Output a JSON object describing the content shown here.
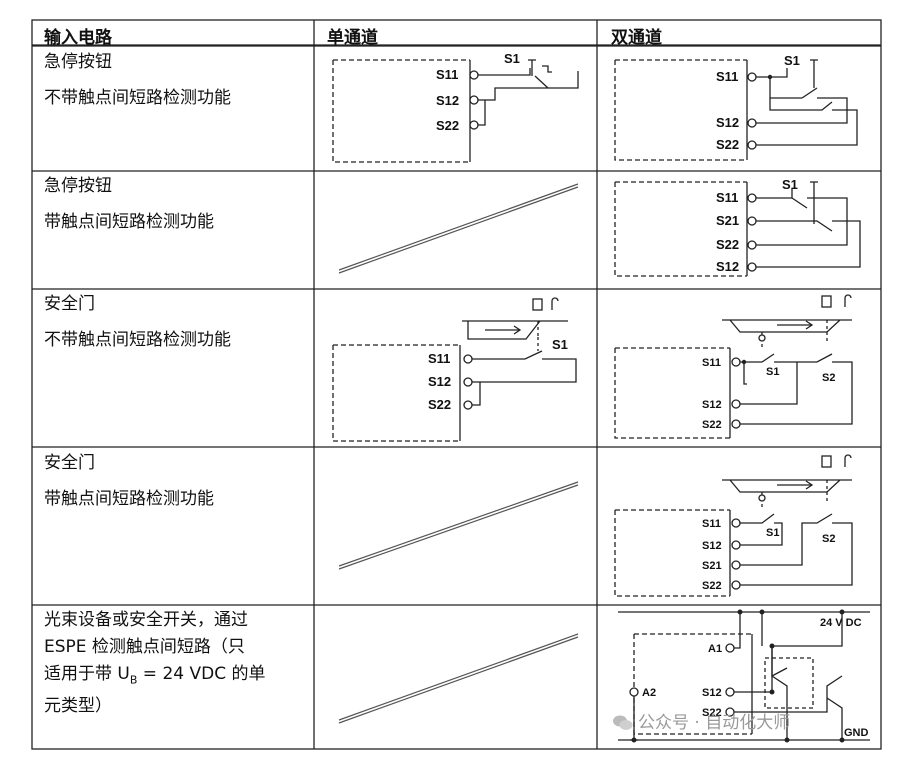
{
  "headers": [
    "输入电路",
    "单通道",
    "双通道"
  ],
  "rows": [
    {
      "lines": [
        "急停按钮",
        "不带触点间短路检测功能"
      ],
      "single": {
        "labels": [
          "S11",
          "S12",
          "S22"
        ],
        "switch": "S1"
      },
      "dual": {
        "labels": [
          "S11",
          "S12",
          "S22"
        ],
        "switch": "S1"
      }
    },
    {
      "lines": [
        "急停按钮",
        "带触点间短路检测功能"
      ],
      "single": null,
      "dual": {
        "labels": [
          "S11",
          "S21",
          "S22",
          "S12"
        ],
        "switch": "S1"
      }
    },
    {
      "lines": [
        "安全门",
        "不带触点间短路检测功能"
      ],
      "single": {
        "labels": [
          "S11",
          "S12",
          "S22"
        ],
        "switch": "S1"
      },
      "dual": {
        "labels": [
          "S11",
          "S12",
          "S22"
        ],
        "switches": [
          "S1",
          "S2"
        ]
      }
    },
    {
      "lines": [
        "安全门",
        "带触点间短路检测功能"
      ],
      "single": null,
      "dual": {
        "labels": [
          "S11",
          "S12",
          "S21",
          "S22"
        ],
        "switches": [
          "S1",
          "S2"
        ]
      }
    },
    {
      "lines": [
        "光束设备或安全开关，通过",
        "ESPE 检测触点间短路（只",
        "适用于带 U",
        "元类型）"
      ],
      "line3_sub": "B",
      "line3_tail": " = 24 VDC 的单",
      "single": null,
      "dual": {
        "labels": [
          "A1",
          "A2",
          "S12",
          "S22",
          "24 V DC",
          "GND"
        ]
      }
    }
  ],
  "watermark": "公众号 · 自动化大师"
}
